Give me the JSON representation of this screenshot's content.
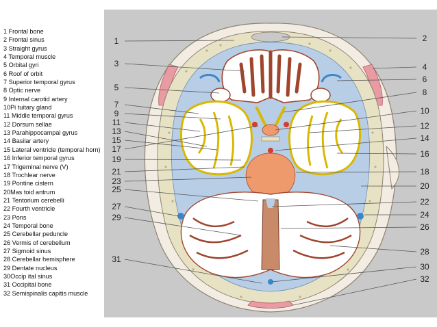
{
  "legend": [
    "1 Frontal bone",
    "2 Frontal sinus",
    "3 Straight gyrus",
    "4 Temporal muscle",
    "5 Orbital gyri",
    "6 Roof of orbit",
    "7 Superior temporal gyrus",
    "8 Optic nerve",
    "9 Internal carotid artery",
    "10Pi tuitary gland",
    "11 Middle temporal gyrus",
    "12 Dorsum sellae",
    "13 Parahippocampal gyrus",
    "14 Basilar artery",
    "15 Lateral ventricle (temporal horn)",
    "16 Inferior temporal gyrus",
    "17 Trigeminal nerve (V)",
    "18 Trochlear nerve",
    "19 Pontine cistern",
    "20Mas toid antrum",
    "21 Tentorium cerebelli",
    "22 Fourth ventricle",
    "23 Pons",
    "24 Temporal bone",
    "25 Cerebellar peduncle",
    "26 Vermis of cerebellum",
    "27 Sigmoid sinus",
    "28 Cerebellar hemisphere",
    "29 Dentate nucleus",
    "30Occip ital sinus",
    "31 Occipital bone",
    "32 Semispinalis capitis muscle"
  ],
  "callouts_left": [
    "1",
    "3",
    "5",
    "7",
    "9",
    "11",
    "13",
    "15",
    "17",
    "19",
    "21",
    "23",
    "25",
    "27",
    "29",
    "31"
  ],
  "callouts_right": [
    "2",
    "4",
    "6",
    "8",
    "10",
    "12",
    "14",
    "16",
    "18",
    "20",
    "22",
    "24",
    "26",
    "28",
    "30",
    "32"
  ],
  "colors": {
    "panel": "#c9c9c9",
    "skin": "#f3ece2",
    "bone": "#e8e2c4",
    "brain": "#ffffff",
    "gyrus_outline": "#a0442c",
    "temporal_outline": "#d9b800",
    "csf": "#b8cde6",
    "pons": "#ee9a6c",
    "muscle": "#e89ba3",
    "vessel": "#d83a2c",
    "sinus": "#3a86c8"
  }
}
